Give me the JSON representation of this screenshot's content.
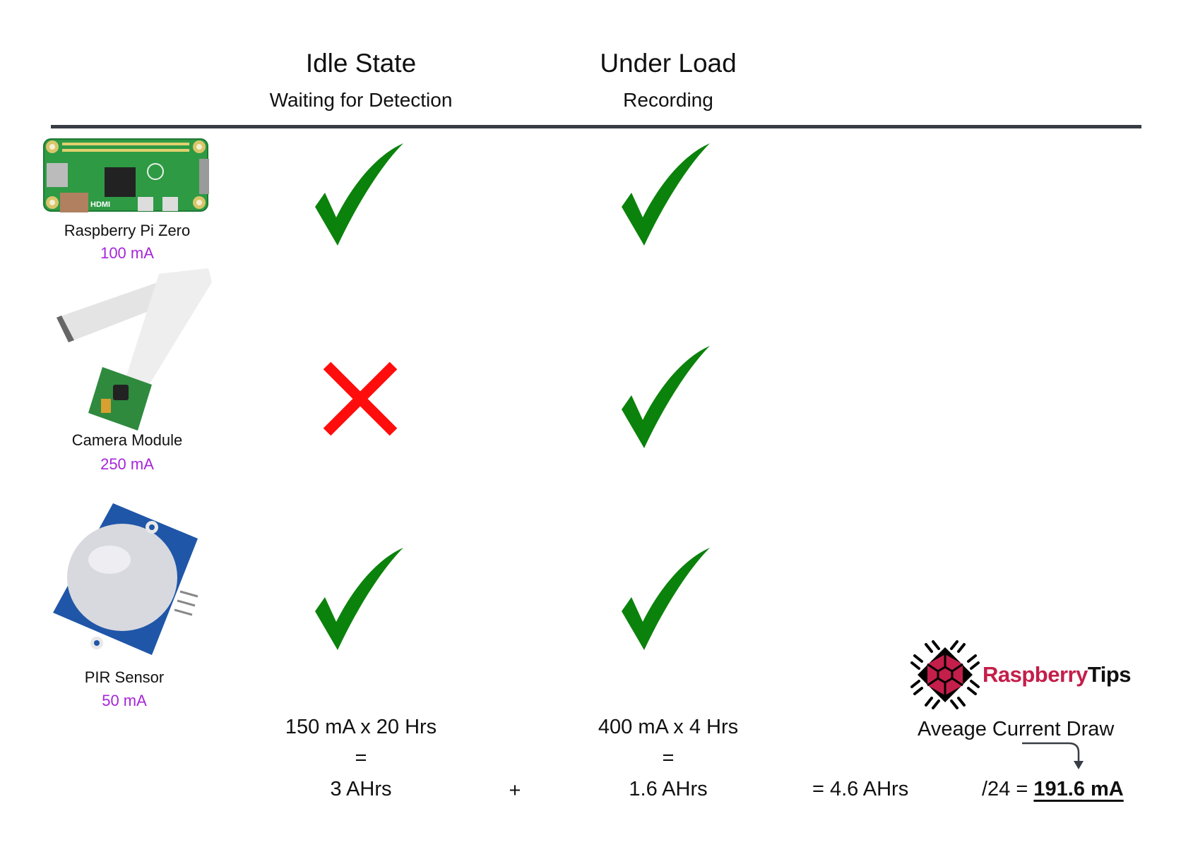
{
  "columns": [
    {
      "title": "Idle State",
      "subtitle": "Waiting for Detection"
    },
    {
      "title": "Under Load",
      "subtitle": "Recording"
    }
  ],
  "components": [
    {
      "name": "Raspberry Pi Zero",
      "current": "100 mA",
      "idle": "check",
      "load": "check"
    },
    {
      "name": "Camera Module",
      "current": "250 mA",
      "idle": "cross",
      "load": "check"
    },
    {
      "name": "PIR Sensor",
      "current": "50 mA",
      "idle": "check",
      "load": "check"
    }
  ],
  "calculation": {
    "idle": {
      "expression": "150 mA x 20 Hrs",
      "equals": "=",
      "result": "3 AHrs"
    },
    "plus": "+",
    "load": {
      "expression": "400 mA x 4 Hrs",
      "equals": "=",
      "result": "1.6 AHrs"
    },
    "total": "= 4.6 AHrs",
    "average_label": "Aveage Current Draw",
    "divisor": "/24 =",
    "average_result": "191.6 mA"
  },
  "logo": {
    "part1": "Raspberry",
    "part2": "Tips"
  },
  "colors": {
    "check": "#0b820b",
    "cross": "#ff0d0d",
    "current": "#a626d8",
    "divider": "#383d45",
    "brand": "#c41e4a"
  }
}
